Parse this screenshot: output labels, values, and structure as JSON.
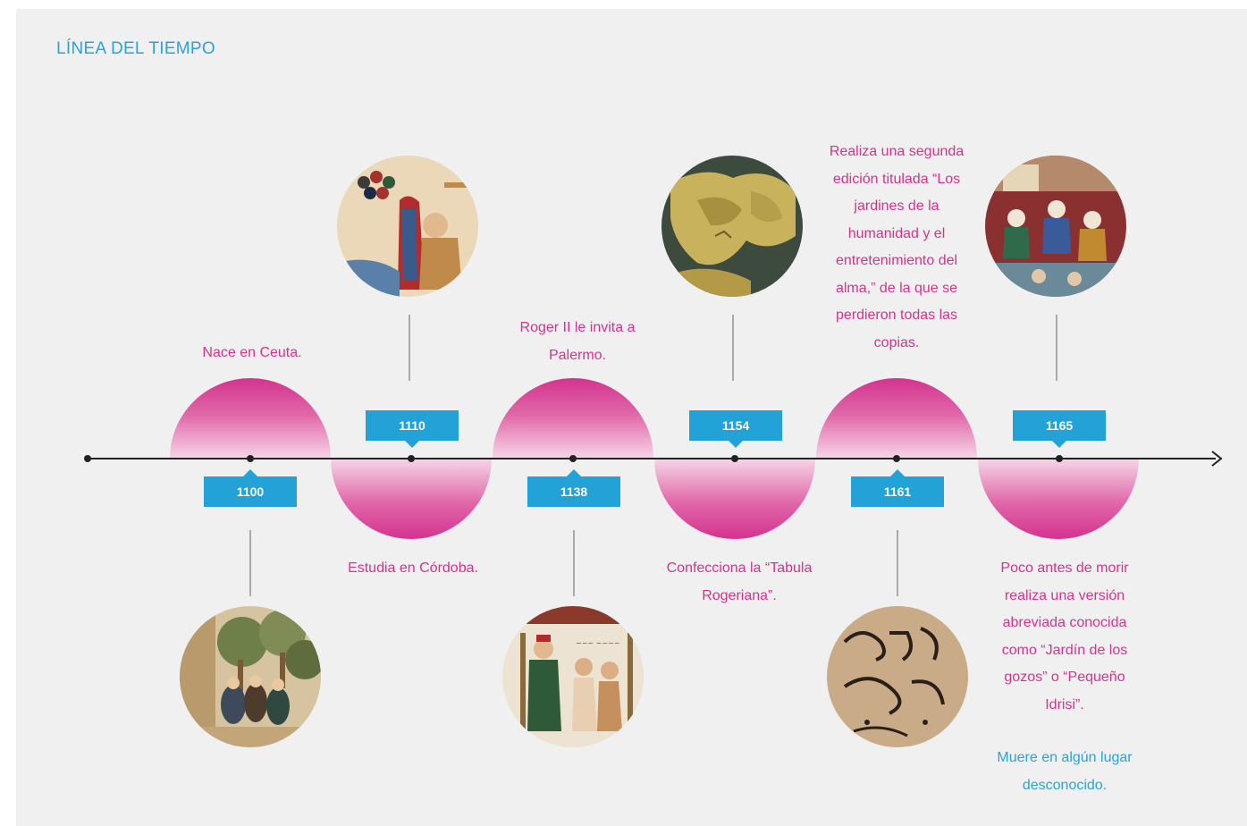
{
  "title": "LÍNEA DEL TIEMPO",
  "colors": {
    "accent_pink": "#d4338f",
    "accent_blue": "#22a2d6",
    "title_blue": "#2aa3d8",
    "background": "#f0f0f0"
  },
  "events": [
    {
      "year": "1100",
      "text": "Nace en Ceuta.",
      "image": "garden-figures-miniature"
    },
    {
      "year": "1110",
      "text": "Estudia en Córdoba.",
      "image": "scholar-miniature"
    },
    {
      "year": "1138",
      "text": "Roger II le invita a Palermo.",
      "image": "king-court-miniature"
    },
    {
      "year": "1154",
      "text": "Confecciona la “Tabula Rogeriana”.",
      "image": "tabula-rogeriana-map"
    },
    {
      "year": "1161",
      "text": "Realiza una segunda edición titulada “Los jardines de la humanidad y el entretenimiento del alma,” de la que se perdieron todas las copias.",
      "image": "arabic-calligraphy"
    },
    {
      "year": "1165",
      "text": "Poco antes de morir realiza una versión abreviada conocida como “Jardín de los gozos” o “Pequeño Idrisi”.",
      "note": "Muere en algún lugar desconocido.",
      "image": "court-scene-miniature"
    }
  ]
}
